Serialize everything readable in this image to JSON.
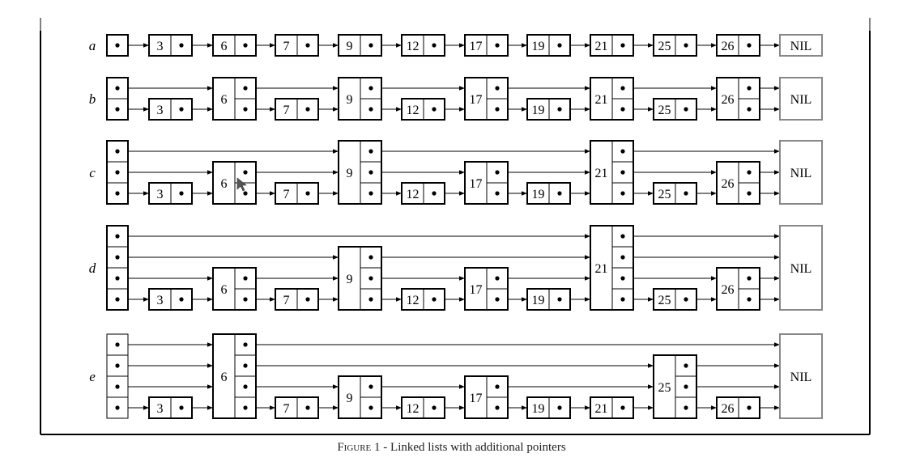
{
  "figure": {
    "caption_label": "Figure 1",
    "caption_text": " - Linked lists with additional pointers"
  },
  "lists": [
    {
      "label": "a",
      "levels": 1,
      "nodes": [
        {
          "key": "",
          "h": 1,
          "header": true
        },
        {
          "key": "3",
          "h": 1
        },
        {
          "key": "6",
          "h": 1
        },
        {
          "key": "7",
          "h": 1
        },
        {
          "key": "9",
          "h": 1
        },
        {
          "key": "12",
          "h": 1
        },
        {
          "key": "17",
          "h": 1
        },
        {
          "key": "19",
          "h": 1
        },
        {
          "key": "21",
          "h": 1
        },
        {
          "key": "25",
          "h": 1
        },
        {
          "key": "26",
          "h": 1
        },
        {
          "key": "NIL",
          "h": 1,
          "nil": true
        }
      ]
    },
    {
      "label": "b",
      "levels": 2,
      "nodes": [
        {
          "key": "",
          "h": 2,
          "header": true
        },
        {
          "key": "3",
          "h": 1
        },
        {
          "key": "6",
          "h": 2
        },
        {
          "key": "7",
          "h": 1
        },
        {
          "key": "9",
          "h": 2
        },
        {
          "key": "12",
          "h": 1
        },
        {
          "key": "17",
          "h": 2
        },
        {
          "key": "19",
          "h": 1
        },
        {
          "key": "21",
          "h": 2
        },
        {
          "key": "25",
          "h": 1
        },
        {
          "key": "26",
          "h": 2
        },
        {
          "key": "NIL",
          "h": 2,
          "nil": true
        }
      ]
    },
    {
      "label": "c",
      "levels": 3,
      "nodes": [
        {
          "key": "",
          "h": 3,
          "header": true
        },
        {
          "key": "3",
          "h": 1
        },
        {
          "key": "6",
          "h": 2
        },
        {
          "key": "7",
          "h": 1
        },
        {
          "key": "9",
          "h": 3
        },
        {
          "key": "12",
          "h": 1
        },
        {
          "key": "17",
          "h": 2
        },
        {
          "key": "19",
          "h": 1
        },
        {
          "key": "21",
          "h": 3
        },
        {
          "key": "25",
          "h": 1
        },
        {
          "key": "26",
          "h": 2
        },
        {
          "key": "NIL",
          "h": 3,
          "nil": true
        }
      ]
    },
    {
      "label": "d",
      "levels": 4,
      "nodes": [
        {
          "key": "",
          "h": 4,
          "header": true
        },
        {
          "key": "3",
          "h": 1
        },
        {
          "key": "6",
          "h": 2
        },
        {
          "key": "7",
          "h": 1
        },
        {
          "key": "9",
          "h": 3
        },
        {
          "key": "12",
          "h": 1
        },
        {
          "key": "17",
          "h": 2
        },
        {
          "key": "19",
          "h": 1
        },
        {
          "key": "21",
          "h": 4
        },
        {
          "key": "25",
          "h": 1
        },
        {
          "key": "26",
          "h": 2
        },
        {
          "key": "NIL",
          "h": 4,
          "nil": true
        }
      ]
    },
    {
      "label": "e",
      "levels": 4,
      "nodes": [
        {
          "key": "",
          "h": 4,
          "header": true
        },
        {
          "key": "3",
          "h": 1
        },
        {
          "key": "6",
          "h": 4
        },
        {
          "key": "7",
          "h": 1
        },
        {
          "key": "9",
          "h": 2
        },
        {
          "key": "12",
          "h": 1
        },
        {
          "key": "17",
          "h": 2
        },
        {
          "key": "19",
          "h": 1
        },
        {
          "key": "21",
          "h": 1
        },
        {
          "key": "25",
          "h": 3
        },
        {
          "key": "26",
          "h": 1
        },
        {
          "key": "NIL",
          "h": 4,
          "nil": true
        }
      ]
    }
  ],
  "icons": {
    "cursor": "mouse-pointer-icon"
  }
}
